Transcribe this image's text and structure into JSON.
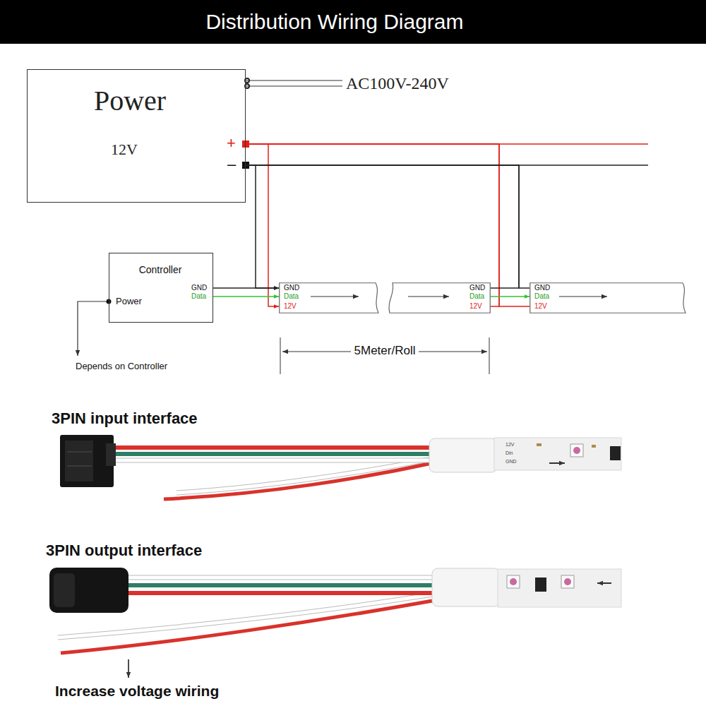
{
  "diagram": {
    "title": "Distribution Wiring Diagram",
    "nodes": [
      {
        "text": [
          "Power",
          "12V"
        ]
      },
      {
        "text": [
          "Controller",
          "GND",
          "Data",
          "Power"
        ]
      },
      {
        "text": [
          "GND",
          "Data",
          "12V"
        ]
      },
      {
        "text": [
          "GND",
          "Data",
          "12V"
        ]
      },
      {
        "text": [
          "GND",
          "Data",
          "12V"
        ]
      }
    ],
    "edges": [
      {
        "from": 0,
        "to": 2,
        "arrow": "to"
      },
      {
        "from": 0,
        "to": 2,
        "arrow": "to"
      },
      {
        "from": 1,
        "to": 2,
        "arrow": "to"
      },
      {
        "from": 1,
        "to": 2,
        "arrow": "to"
      },
      {
        "from": 0,
        "to": 3,
        "arrow": "none"
      },
      {
        "from": 0,
        "to": 4,
        "arrow": "none"
      },
      {
        "from": 0,
        "to": 3,
        "arrow": "none"
      },
      {
        "from": 0,
        "to": 4,
        "arrow": "none"
      },
      {
        "from": 3,
        "to": 4,
        "arrow": "to"
      }
    ],
    "labels": [
      "AC100V-240V",
      "+",
      "–",
      "Depends on Controller",
      "5Meter/Roll",
      "3PIN input interface",
      "12V",
      "Din",
      "GND",
      "3PIN output interface",
      "Increase voltage wiring"
    ]
  }
}
